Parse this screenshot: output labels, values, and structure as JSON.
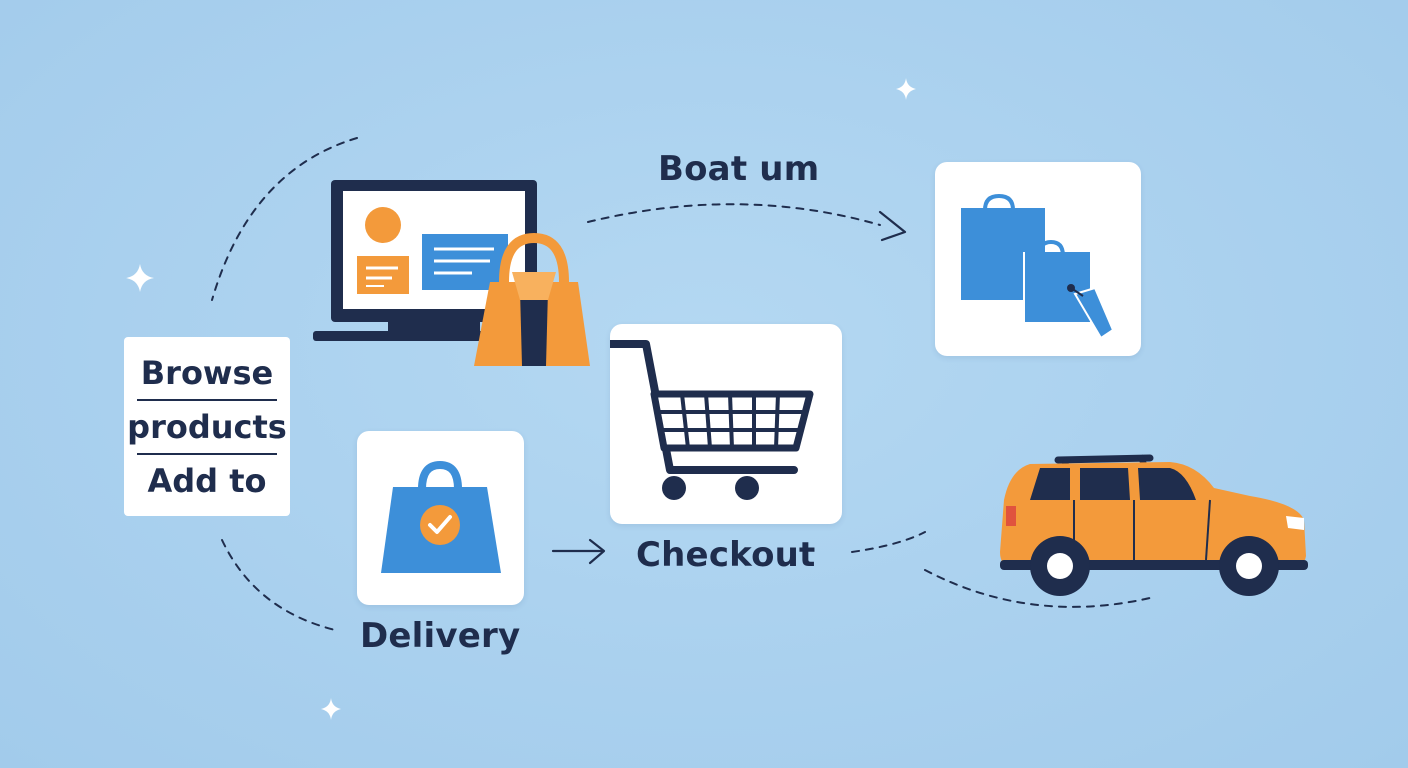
{
  "labels": {
    "browse": "Browse",
    "products": "products",
    "add_to": "Add to",
    "boat": "Boat um",
    "checkout": "Checkout",
    "delivery": "Delivery"
  },
  "icons": [
    "monitor-icon",
    "shopping-bag-icon",
    "shopping-bags-icon",
    "shopping-cart-icon",
    "delivery-bag-check-icon",
    "car-icon",
    "sparkle-icon",
    "arrow-icon"
  ],
  "colors": {
    "background": "#a9d0ee",
    "navy": "#1f2d4d",
    "orange": "#f39a3b",
    "blue": "#3d8fd9",
    "white": "#ffffff"
  }
}
